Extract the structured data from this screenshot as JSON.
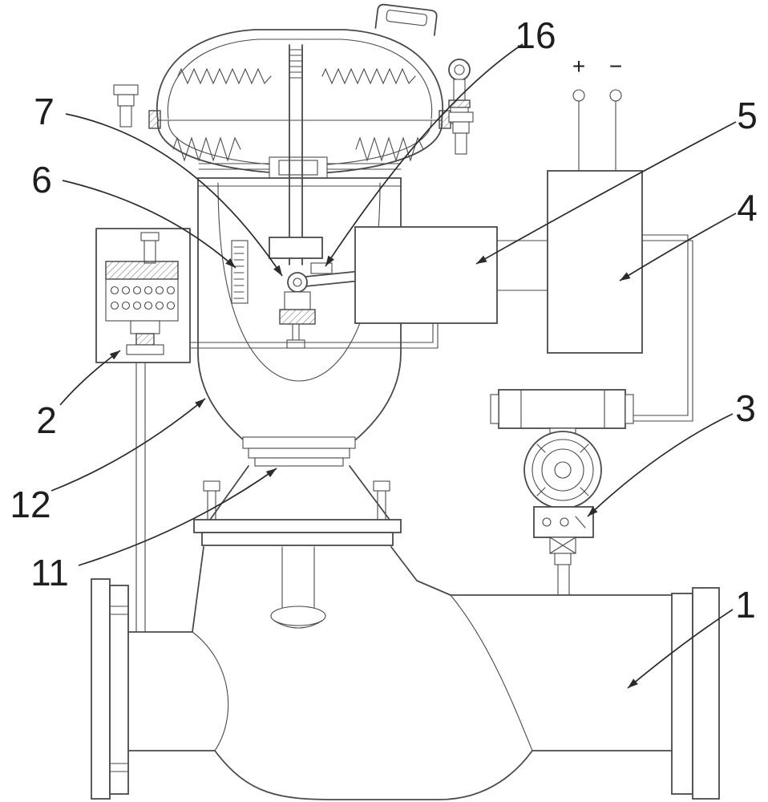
{
  "labels": {
    "n16": "16",
    "n7": "7",
    "n6": "6",
    "n2": "2",
    "n12": "12",
    "n11": "11",
    "n5": "5",
    "n4": "4",
    "n3": "3",
    "n1": "1"
  },
  "terminals": {
    "plus": "+",
    "minus": "−"
  },
  "colors": {
    "line": "#4a4a4a",
    "label": "#1e1e1e",
    "background": "#ffffff"
  }
}
